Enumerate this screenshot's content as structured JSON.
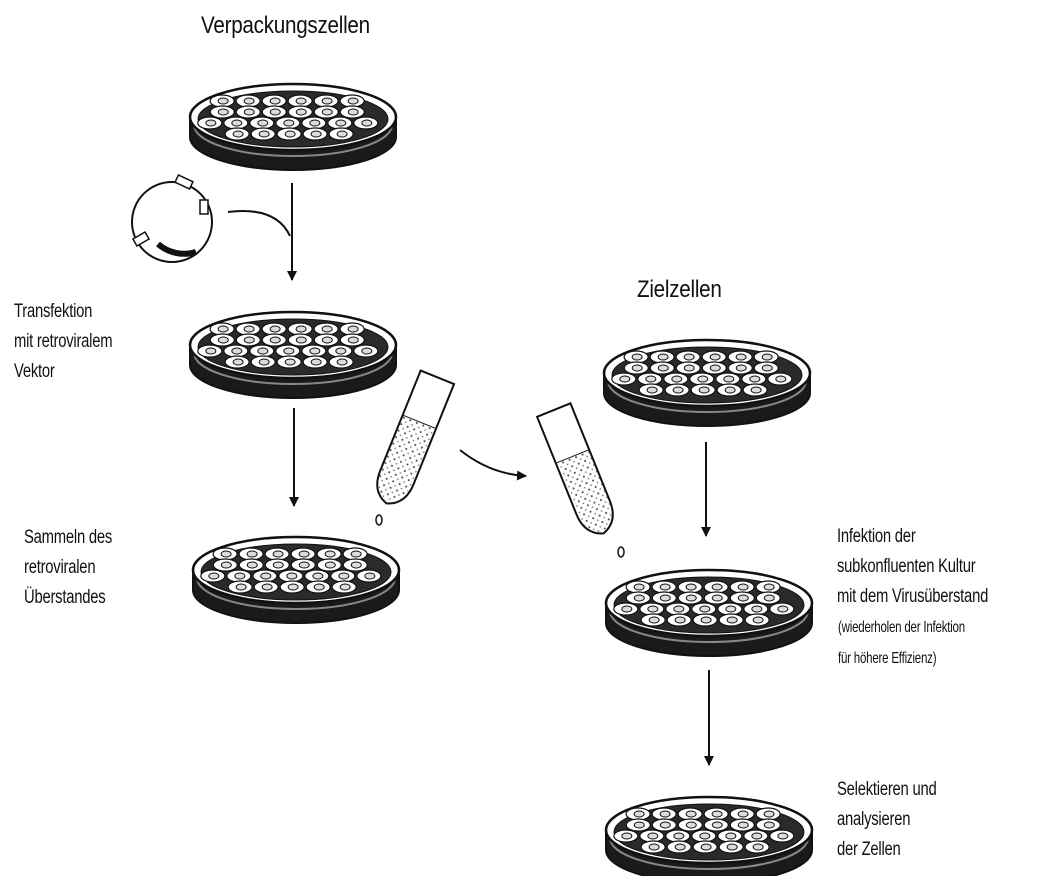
{
  "diagram": {
    "packaging_title": "Verpackungszellen",
    "target_title": "Zielzellen",
    "transfection_lines": [
      "Transfektion",
      "mit retroviralem",
      "Vektor"
    ],
    "collect_lines": [
      "Sammeln des",
      "retroviralen",
      "Überstandes"
    ],
    "infection_lines": [
      "Infektion der",
      "subkonfluenten Kultur",
      "mit dem Virusüberstand"
    ],
    "infection_note_lines": [
      "(wiederholen der Infektion",
      "für höhere Effizienz)"
    ],
    "select_lines": [
      "Selektieren und",
      "analysieren",
      "der Zellen"
    ]
  }
}
